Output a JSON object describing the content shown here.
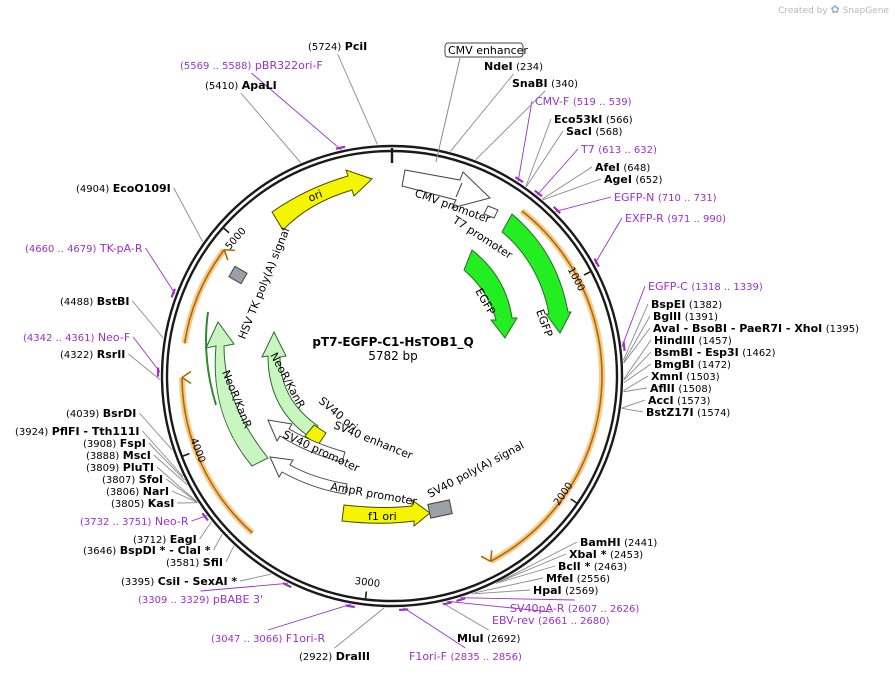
{
  "watermark": {
    "created_by": "Created by",
    "brand": "SnapGene"
  },
  "plasmid": {
    "name": "pT7-EGFP-C1-HsTOB1_Q",
    "length": "5782 bp"
  },
  "colors": {
    "enzyme": "#000000",
    "primer": "#9b30c8",
    "leader": "#8a8a8a",
    "backbone": "#1a1a1a",
    "egfp": "#22ee22",
    "ori": "#f5f500",
    "neo": "#c8f5c0",
    "promoter": "#ffffff",
    "orf_line": "#b06a00",
    "orf_glow": "#f6c98a",
    "polyA": "#9aa0a6"
  },
  "ticks": [
    "1000",
    "2000",
    "3000",
    "4000",
    "5000"
  ],
  "features": [
    {
      "label": "CMV enhancer",
      "boxed": true
    },
    {
      "label": "CMV promoter"
    },
    {
      "label": "T7 promoter"
    },
    {
      "label": "EGFP"
    },
    {
      "label": "EGFP"
    },
    {
      "label": "ori"
    },
    {
      "label": "HSV TK poly(A) signal"
    },
    {
      "label": "NeoR/KanR"
    },
    {
      "label": "NeoR/KanR"
    },
    {
      "label": "SV40 ori"
    },
    {
      "label": "SV40 enhancer"
    },
    {
      "label": "SV40 promoter"
    },
    {
      "label": "AmpR promoter"
    },
    {
      "label": "f1 ori"
    },
    {
      "label": "SV40 poly(A) signal"
    }
  ],
  "sites": [
    {
      "pos": "(5724)",
      "name": "PciI",
      "kind": "enzyme"
    },
    {
      "pos": "(5569 .. 5588)",
      "name": "pBR322ori-F",
      "kind": "primer"
    },
    {
      "pos": "(5410)",
      "name": "ApaLI",
      "kind": "enzyme"
    },
    {
      "pos": "(4904)",
      "name": "EcoO109I",
      "kind": "enzyme"
    },
    {
      "pos": "(4660 .. 4679)",
      "name": "TK-pA-R",
      "kind": "primer"
    },
    {
      "pos": "(4488)",
      "name": "BstBI",
      "kind": "enzyme"
    },
    {
      "pos": "(4342 .. 4361)",
      "name": "Neo-F",
      "kind": "primer"
    },
    {
      "pos": "(4322)",
      "name": "RsrII",
      "kind": "enzyme"
    },
    {
      "pos": "(4039)",
      "name": "BsrDI",
      "kind": "enzyme"
    },
    {
      "pos": "(3924)",
      "name": "PflFI  - Tth111I",
      "kind": "enzyme"
    },
    {
      "pos": "(3908)",
      "name": "FspI",
      "kind": "enzyme"
    },
    {
      "pos": "(3888)",
      "name": "MscI",
      "kind": "enzyme"
    },
    {
      "pos": "(3809)",
      "name": "PluTI",
      "kind": "enzyme"
    },
    {
      "pos": "(3807)",
      "name": "SfoI",
      "kind": "enzyme"
    },
    {
      "pos": "(3806)",
      "name": "NarI",
      "kind": "enzyme"
    },
    {
      "pos": "(3805)",
      "name": "KasI",
      "kind": "enzyme"
    },
    {
      "pos": "(3732 .. 3751)",
      "name": "Neo-R",
      "kind": "primer"
    },
    {
      "pos": "(3712)",
      "name": "EagI",
      "kind": "enzyme"
    },
    {
      "pos": "(3646)",
      "name": "BspDI *  - ClaI *",
      "kind": "enzyme"
    },
    {
      "pos": "(3581)",
      "name": "SfiI",
      "kind": "enzyme"
    },
    {
      "pos": "(3395)",
      "name": "CsiI  - SexAI *",
      "kind": "enzyme"
    },
    {
      "pos": "(3309 .. 3329)",
      "name": "pBABE 3'",
      "kind": "primer"
    },
    {
      "pos": "(3047 .. 3066)",
      "name": "F1ori-R",
      "kind": "primer"
    },
    {
      "pos": "(2922)",
      "name": "DraIII",
      "kind": "enzyme"
    },
    {
      "pos": "(2835 .. 2856)",
      "name": "F1ori-F",
      "kind": "primer"
    },
    {
      "pos": "(2692)",
      "name": "MluI",
      "kind": "enzyme"
    },
    {
      "pos": "(2661 .. 2680)",
      "name": "EBV-rev",
      "kind": "primer"
    },
    {
      "pos": "(2607 .. 2626)",
      "name": "SV40pA-R",
      "kind": "primer"
    },
    {
      "pos": "(2569)",
      "name": "HpaI",
      "kind": "enzyme"
    },
    {
      "pos": "(2556)",
      "name": "MfeI",
      "kind": "enzyme"
    },
    {
      "pos": "(2463)",
      "name": "BclI *",
      "kind": "enzyme"
    },
    {
      "pos": "(2453)",
      "name": "XbaI *",
      "kind": "enzyme"
    },
    {
      "pos": "(2441)",
      "name": "BamHI",
      "kind": "enzyme"
    },
    {
      "pos": "(1574)",
      "name": "BstZ17I",
      "kind": "enzyme"
    },
    {
      "pos": "(1573)",
      "name": "AccI",
      "kind": "enzyme"
    },
    {
      "pos": "(1508)",
      "name": "AflII",
      "kind": "enzyme"
    },
    {
      "pos": "(1503)",
      "name": "XmnI",
      "kind": "enzyme"
    },
    {
      "pos": "(1472)",
      "name": "BmgBI",
      "kind": "enzyme"
    },
    {
      "pos": "(1462)",
      "name": "BsmBI  - Esp3I",
      "kind": "enzyme"
    },
    {
      "pos": "(1457)",
      "name": "HindIII",
      "kind": "enzyme"
    },
    {
      "pos": "(1395)",
      "name": "AvaI  - BsoBI  - PaeR7I  - XhoI",
      "kind": "enzyme"
    },
    {
      "pos": "(1391)",
      "name": "BglII",
      "kind": "enzyme"
    },
    {
      "pos": "(1382)",
      "name": "BspEI",
      "kind": "enzyme"
    },
    {
      "pos": "(1318 .. 1339)",
      "name": "EGFP-C",
      "kind": "primer"
    },
    {
      "pos": "(971 .. 990)",
      "name": "EXFP-R",
      "kind": "primer"
    },
    {
      "pos": "(710 .. 731)",
      "name": "EGFP-N",
      "kind": "primer"
    },
    {
      "pos": "(652)",
      "name": "AgeI",
      "kind": "enzyme"
    },
    {
      "pos": "(648)",
      "name": "AfeI",
      "kind": "enzyme"
    },
    {
      "pos": "(613 .. 632)",
      "name": "T7",
      "kind": "primer"
    },
    {
      "pos": "(568)",
      "name": "SacI",
      "kind": "enzyme"
    },
    {
      "pos": "(566)",
      "name": "Eco53kI",
      "kind": "enzyme"
    },
    {
      "pos": "(519 .. 539)",
      "name": "CMV-F",
      "kind": "primer"
    },
    {
      "pos": "(340)",
      "name": "SnaBI",
      "kind": "enzyme"
    },
    {
      "pos": "(234)",
      "name": "NdeI",
      "kind": "enzyme"
    }
  ]
}
